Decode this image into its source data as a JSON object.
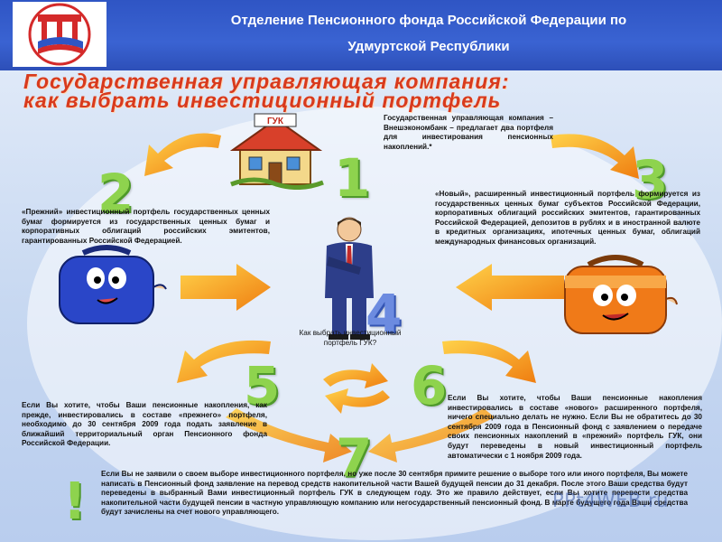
{
  "header": {
    "line1": "Отделение Пенсионного фонда Российской Федерации по",
    "line2": "Удмуртской Республики"
  },
  "title": {
    "line1": "Государственная управляющая компания:",
    "line2": "как выбрать инвестиционный портфель"
  },
  "house_sign": "ГУК",
  "steps": {
    "n1": "1",
    "n2": "2",
    "n3": "3",
    "n4": "4",
    "n5": "5",
    "n6": "6",
    "n7": "7",
    "t1": "Государственная управляющая компания – Внешэкономбанк – предлагает два портфеля для инвестирования пенсионных накоплений.*",
    "t2": "«Прежний» инвестиционный портфель государственных ценных бумаг формируется из государственных ценных бумаг и корпоративных облигаций российских эмитентов, гарантированных Российской Федерацией.",
    "t3": "«Новый», расширенный инвестиционный портфель формируется из государственных ценных бумаг субъектов Российской Федерации, корпоративных облигаций российских эмитентов, гарантированных Российской Федерацией, депозитов в рублях и в иностранной валюте в кредитных организациях, ипотечных ценных бумаг, облигаций международных финансовых организаций.",
    "t4a": "Как выбрать инвестиционный",
    "t4b": "портфель ГУК?",
    "t5": "Если Вы хотите, чтобы Ваши пенсионные накопления, как прежде, инвестировались в составе «прежнего» портфеля, необходимо до 30 сентября 2009 года подать заявление в ближайший территориальный орган Пенсионного фонда Российской Федерации.",
    "t6": "Если Вы хотите, чтобы Ваши пенсионные накопления инвестировались в составе «нового» расширенного портфеля, ничего специально делать не нужно. Если Вы не обратитесь до 30 сентября 2009 года в Пенсионный фонд с заявлением о передаче своих пенсионных накоплений в «прежний» портфель ГУК, они будут переведены в новый инвестиционный портфель автоматически с 1 ноября 2009 года.",
    "t7": "Если Вы не заявили о своем выборе инвестиционного портфеля, но уже после 30 сентября примите решение о выборе того или иного портфеля, Вы можете написать в Пенсионный фонд заявление на перевод средств накопительной части Вашей будущей пенсии до 31 декабря. После этого Ваши средства будут переведены в выбранный Вами инвестиционный портфель ГУК в следующем году. Это же правило действует, если Вы хотите перевести средства накопительной части будущей пенсии в частную управляющую компанию или негосударственный пенсионный фонд. В марте будущего года Ваши средства будут зачислены на счет нового управляющего."
  },
  "exclamation": "!",
  "watermark": "PPt4WEB.ru",
  "colors": {
    "header_bg": "#2f55c4",
    "title_red": "#d83a1d",
    "number_green": "#8ed34e",
    "arrow_orange": "#f59a18"
  }
}
